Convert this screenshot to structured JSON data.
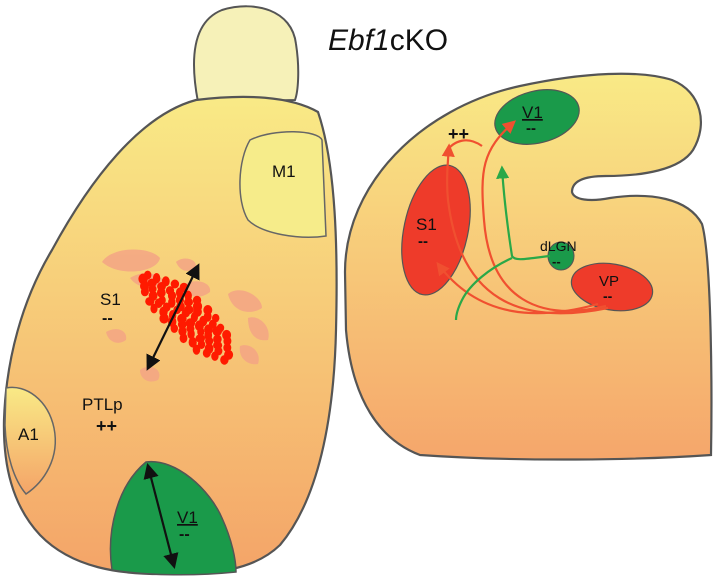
{
  "title": {
    "gene": "Ebf1",
    "suffix": "cKO"
  },
  "dorsal_view": {
    "areas": {
      "m1": "M1",
      "s1": "S1",
      "s1_change": "--",
      "ptlp": "PTLp",
      "ptlp_change": "++",
      "a1": "A1",
      "v1": "V1",
      "v1_change": "--"
    }
  },
  "coronal_view": {
    "areas": {
      "v1": "V1",
      "v1_change": "--",
      "ptlp_change": "++",
      "s1": "S1",
      "s1_change": "--",
      "dlgn": "dLGN",
      "dlgn_change": "--",
      "vp": "VP",
      "vp_change": "--"
    }
  },
  "colors": {
    "cortex_top": "#f9ea86",
    "cortex_bottom": "#f5a86a",
    "olfactory_bulb": "#f6f1b8",
    "m1_fill": "#f6ec8a",
    "s1_red": "#ee3b2a",
    "barrel_red": "#ff1a00",
    "barrel_field_pale": "#f4a585",
    "v1_green": "#1a9a4a",
    "thalamocortical_red": "#f05030",
    "thalamocortical_green": "#2aa848",
    "outline": "#555555"
  }
}
